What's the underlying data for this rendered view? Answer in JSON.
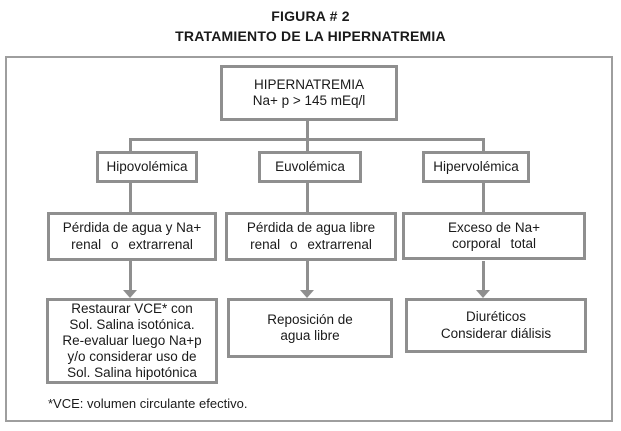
{
  "figure": {
    "label": "FIGURA # 2",
    "title": "TRATAMIENTO DE LA HIPERNATREMIA"
  },
  "flowchart": {
    "root": {
      "lines": [
        "HIPERNATREMIA",
        "Na+ p > 145 mEq/l"
      ]
    },
    "columns": [
      {
        "condition": "Hipovolémica",
        "cause": {
          "lines": [
            "Pérdida de agua y Na+",
            "renal o extrarrenal"
          ]
        },
        "treatment": {
          "lines": [
            "Restaurar VCE* con",
            "Sol. Salina isotónica.",
            "Re-evaluar luego Na+p",
            "y/o considerar uso de",
            "Sol. Salina hipotónica"
          ]
        }
      },
      {
        "condition": "Euvolémica",
        "cause": {
          "lines": [
            "Pérdida de agua libre",
            "renal o extrarrenal"
          ]
        },
        "treatment": {
          "lines": [
            "Reposición de",
            "agua libre"
          ]
        }
      },
      {
        "condition": "Hipervolémica",
        "cause": {
          "lines": [
            "Exceso de Na+",
            "corporal total"
          ]
        },
        "treatment": {
          "lines": [
            "Diuréticos",
            "Considerar diálisis"
          ]
        }
      }
    ],
    "footnote": "*VCE: volumen circulante efectivo."
  },
  "colors": {
    "box_border": "#8f8f8f",
    "outer_border": "#9e9e9e",
    "connector": "#8f8f8f",
    "text": "#1a1a1a",
    "background": "#ffffff"
  }
}
